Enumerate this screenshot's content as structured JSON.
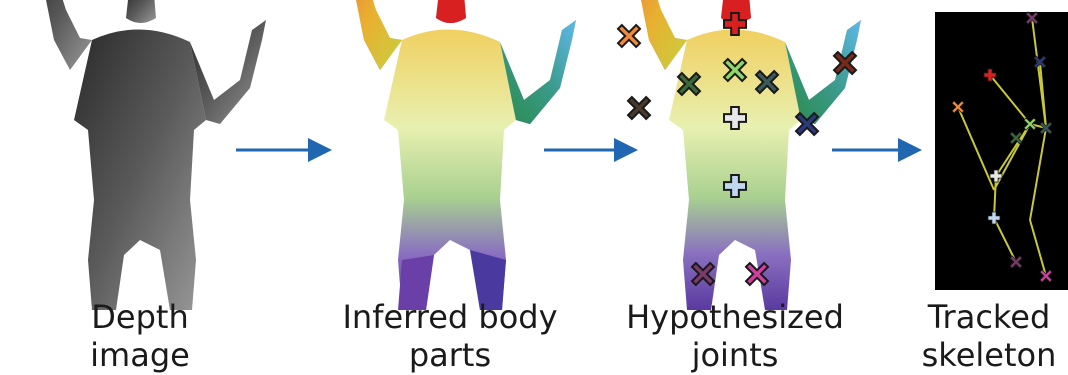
{
  "stages": [
    {
      "id": "depth",
      "caption_lines": [
        "Depth",
        "image"
      ]
    },
    {
      "id": "parts",
      "caption_lines": [
        "Inferred body",
        "parts"
      ]
    },
    {
      "id": "joints",
      "caption_lines": [
        "Hypothesized",
        "joints"
      ]
    },
    {
      "id": "skeleton",
      "caption_lines": [
        "Tracked",
        "skeleton"
      ]
    }
  ],
  "colors": {
    "arrow": "#2166b0",
    "depth_dark": "#2a2a2a",
    "depth_mid": "#5a5a5a",
    "depth_light": "#9a9a9a",
    "skeleton_bg": "#000000",
    "skeleton_bone": "#c8c83a",
    "head": "#d82020",
    "hand_left": "#f08a3a",
    "hand_right": "#7a2a1a",
    "shoulder_center": "#8ed86a",
    "shoulder_left": "#3a6a3a",
    "shoulder_right": "#3a5a5a",
    "spine": "#e8e8e8",
    "elbow_left": "#4a3a2a",
    "elbow_right": "#2a3a7a",
    "hip": "#bfd8f0",
    "knee_left": "#7a3a6a",
    "knee_right": "#d040a0"
  }
}
